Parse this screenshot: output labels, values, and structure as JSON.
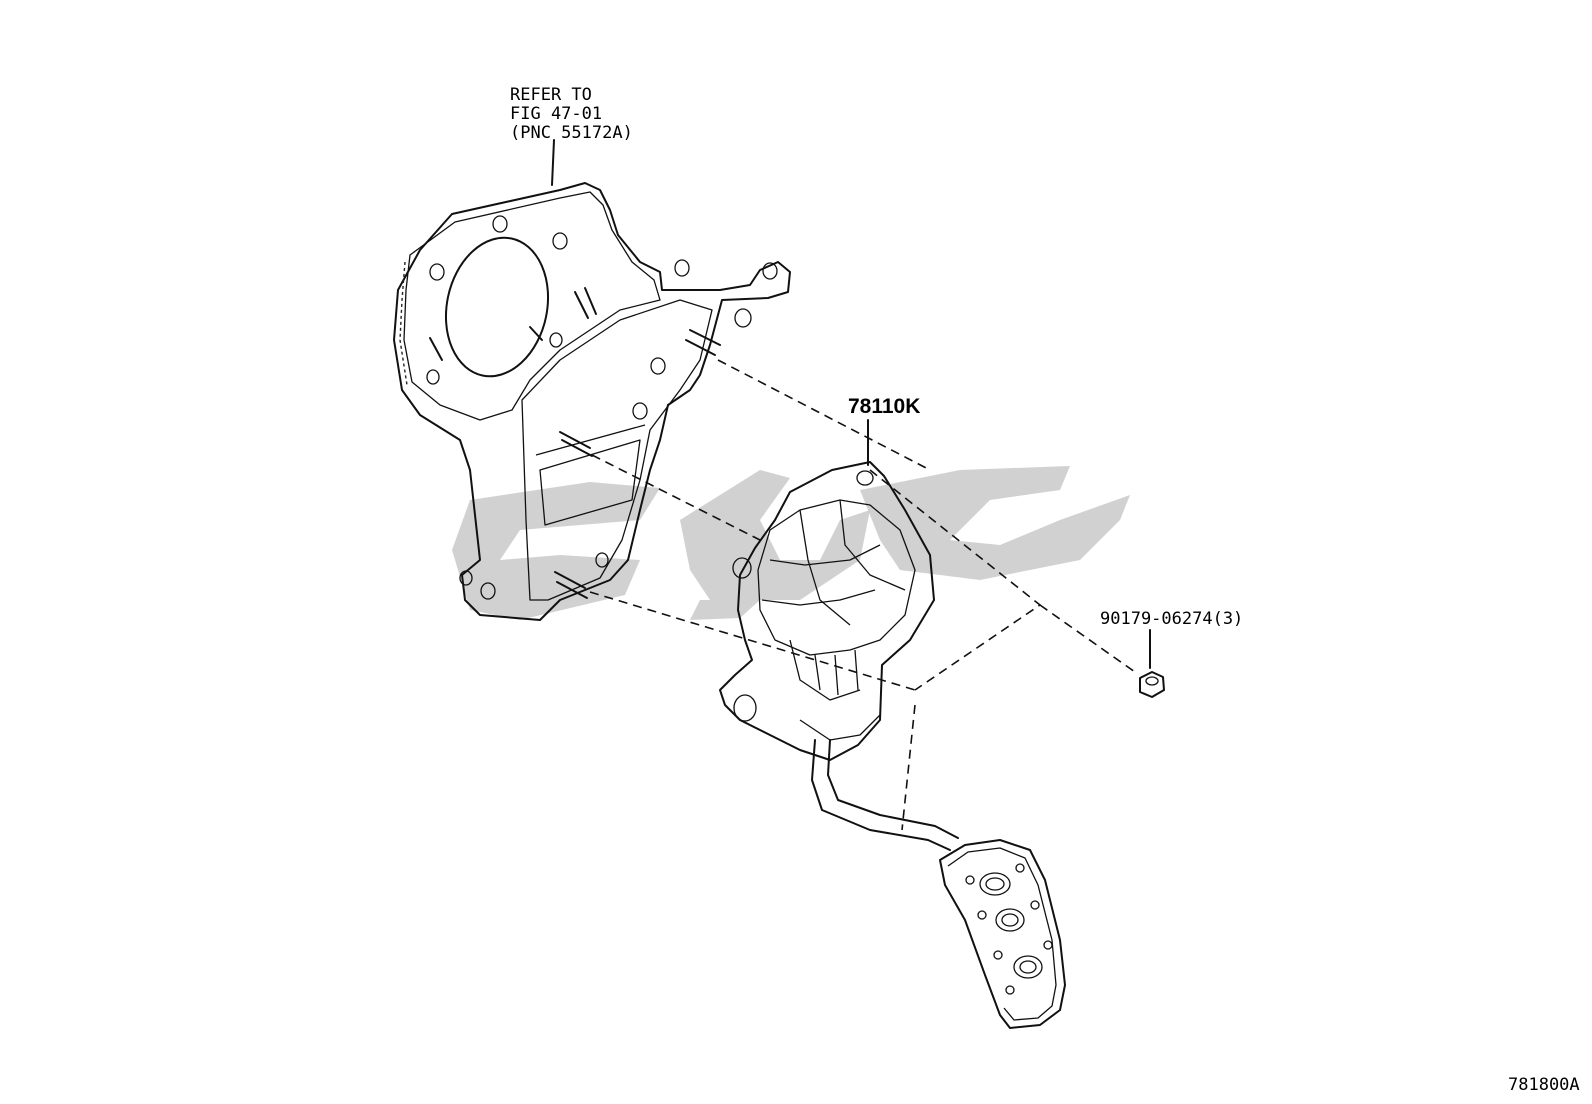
{
  "callouts": {
    "bracket_ref": [
      "REFER TO",
      "FIG 47-01",
      "(PNC 55172A)"
    ],
    "pedal_assembly": "78110K",
    "nut": "90179-06274(3)"
  },
  "figure_code": "781800A",
  "colors": {
    "line": "#111111",
    "watermark": "#c9c9c9",
    "background": "#ffffff"
  }
}
